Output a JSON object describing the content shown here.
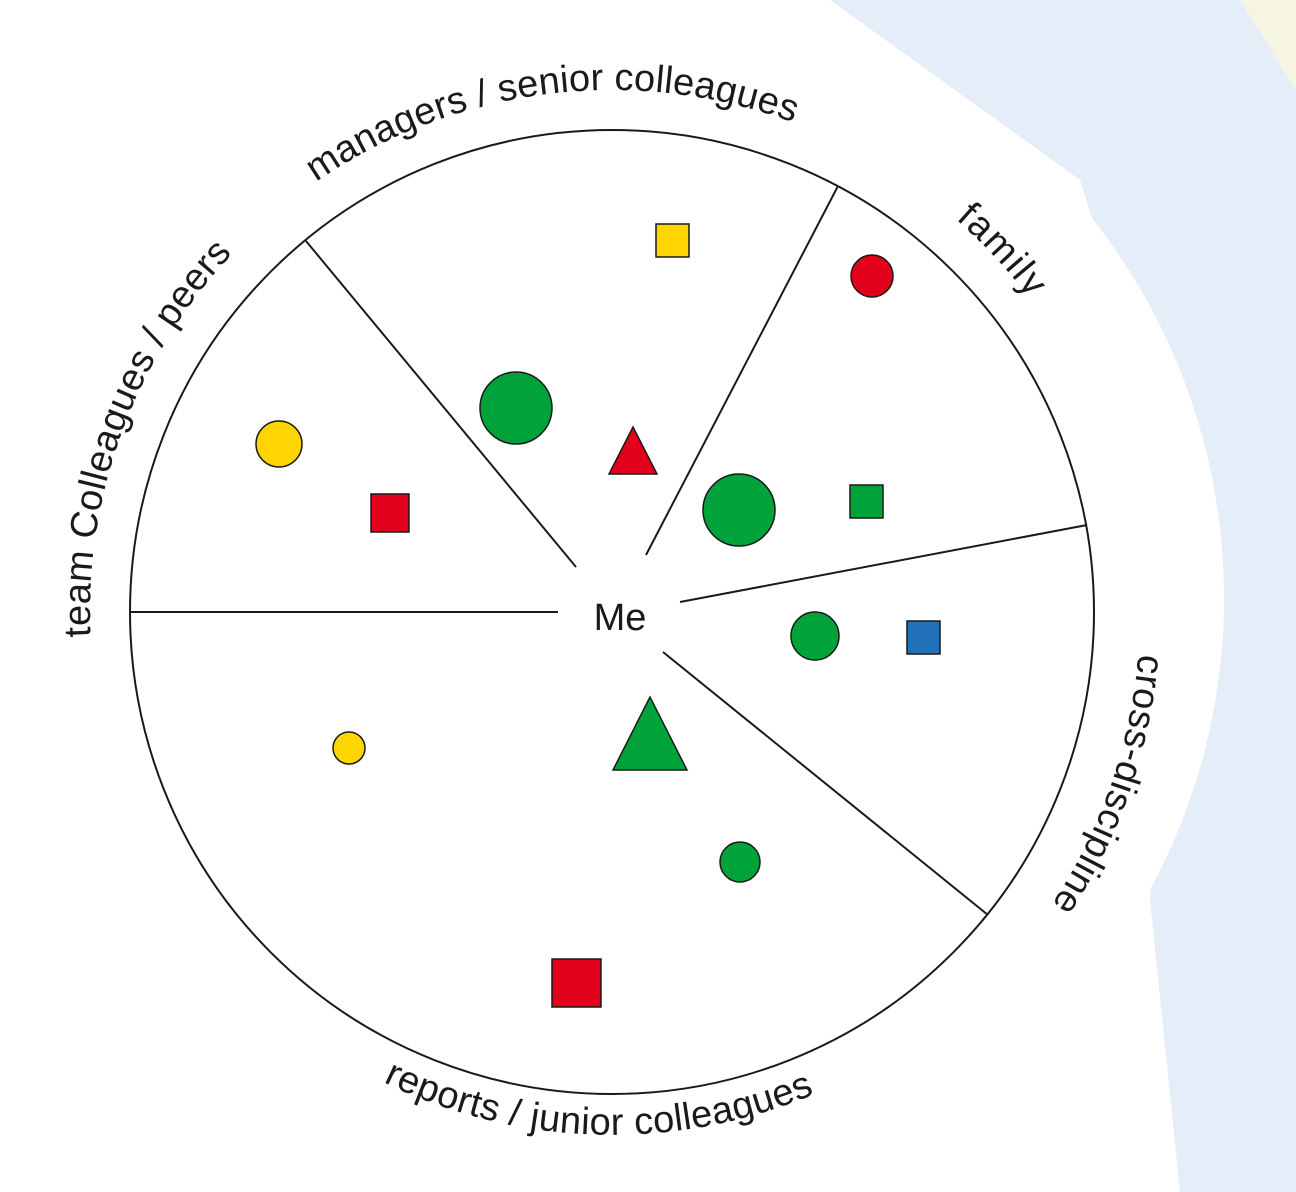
{
  "diagram": {
    "center_label": "Me",
    "sectors": {
      "managers": "managers /  senior colleagues",
      "family": "family",
      "cross_discipline": "cross-discipline",
      "reports": "reports / junior colleagues",
      "team": "team Colleagues / peers"
    },
    "colors": {
      "green": "#00a23a",
      "red": "#e2001a",
      "yellow": "#ffd500",
      "blue": "#2272b9",
      "background_accent": "#e5eef8"
    }
  }
}
